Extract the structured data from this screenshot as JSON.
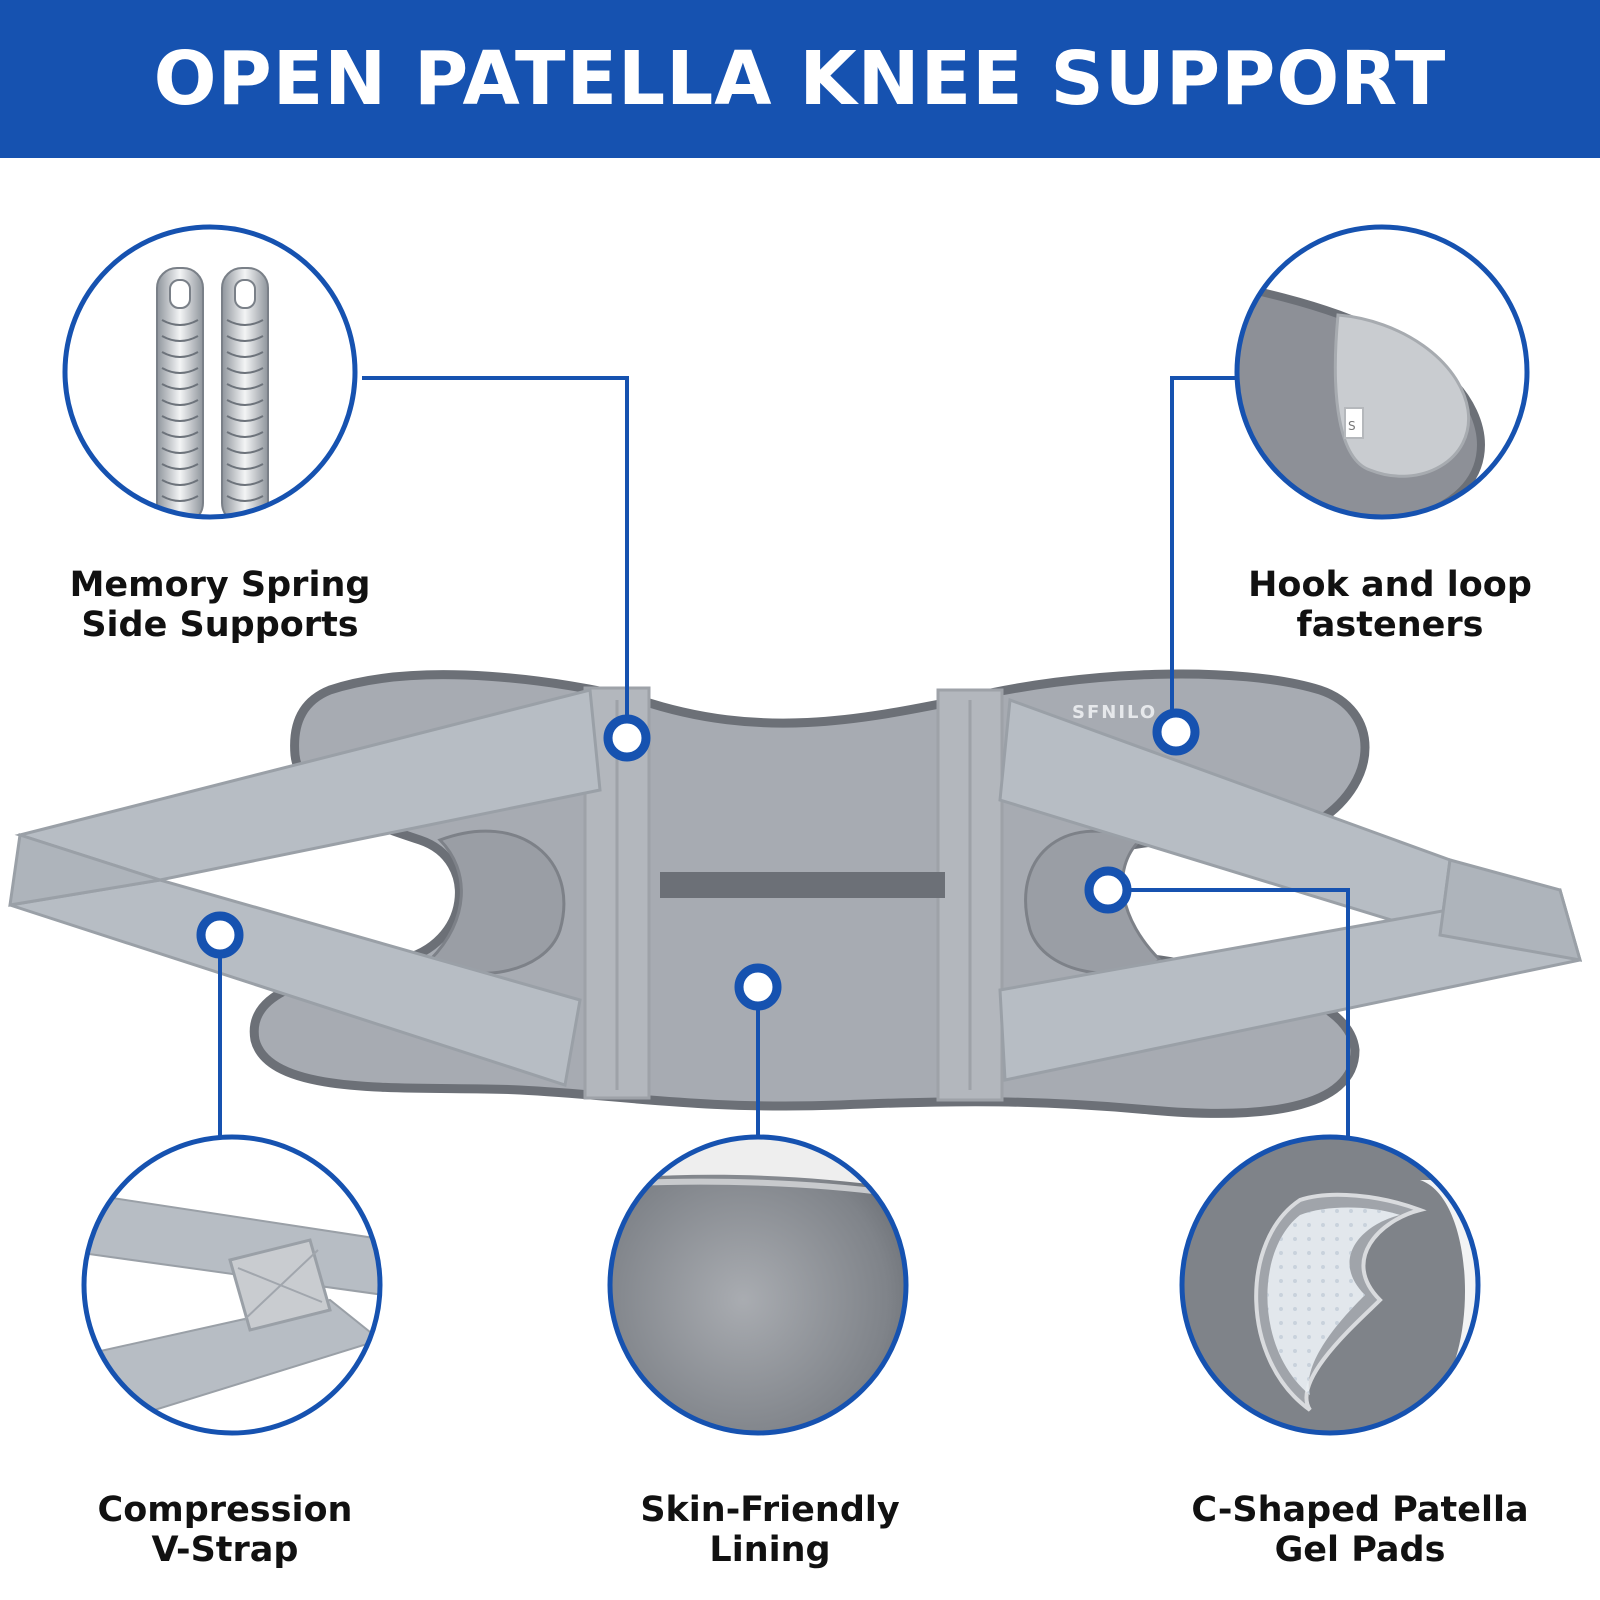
{
  "title": "OPEN PATELLA KNEE SUPPORT",
  "brand_text": "SFNILO",
  "size_tag": "S",
  "colors": {
    "banner": "#1652b0",
    "accent_blue": "#1652b0",
    "fabric": "#a7abb2",
    "strap": "#b7bdc4",
    "binding": "#6c7077",
    "text": "#111111"
  },
  "features": [
    {
      "line1": "Memory Spring",
      "line2": "Side Supports",
      "icon": "spring-steel-stays"
    },
    {
      "line1": "Hook and loop",
      "line2": "fasteners",
      "icon": "hook-loop-tab"
    },
    {
      "line1": "Compression",
      "line2": "V-Strap",
      "icon": "v-strap"
    },
    {
      "line1": "Skin-Friendly",
      "line2": "Lining",
      "icon": "soft-lining"
    },
    {
      "line1": "C-Shaped Patella",
      "line2": "Gel  Pads",
      "icon": "gel-pad"
    }
  ]
}
